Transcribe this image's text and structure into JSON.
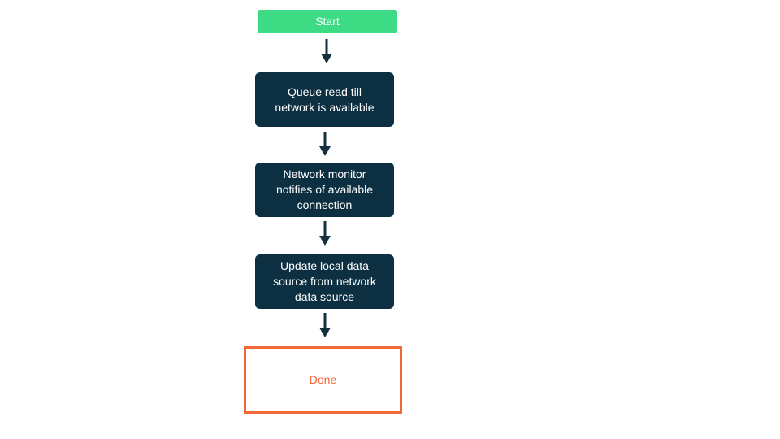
{
  "flowchart": {
    "nodes": [
      {
        "id": "start",
        "label": "Start"
      },
      {
        "id": "queue-read",
        "label": "Queue read till\nnetwork is available"
      },
      {
        "id": "network-monitor",
        "label": "Network monitor\nnotifies of available\nconnection"
      },
      {
        "id": "update-local",
        "label": "Update local data\nsource from network\ndata source"
      },
      {
        "id": "done",
        "label": "Done"
      }
    ],
    "colors": {
      "start_fill": "#3ddc84",
      "start_text": "#ffffff",
      "process_fill": "#0c3042",
      "process_text": "#ffffff",
      "arrow": "#142f3d",
      "done_fill": "#ffffff",
      "done_border": "#f2673a",
      "done_text": "#f2673a"
    }
  }
}
